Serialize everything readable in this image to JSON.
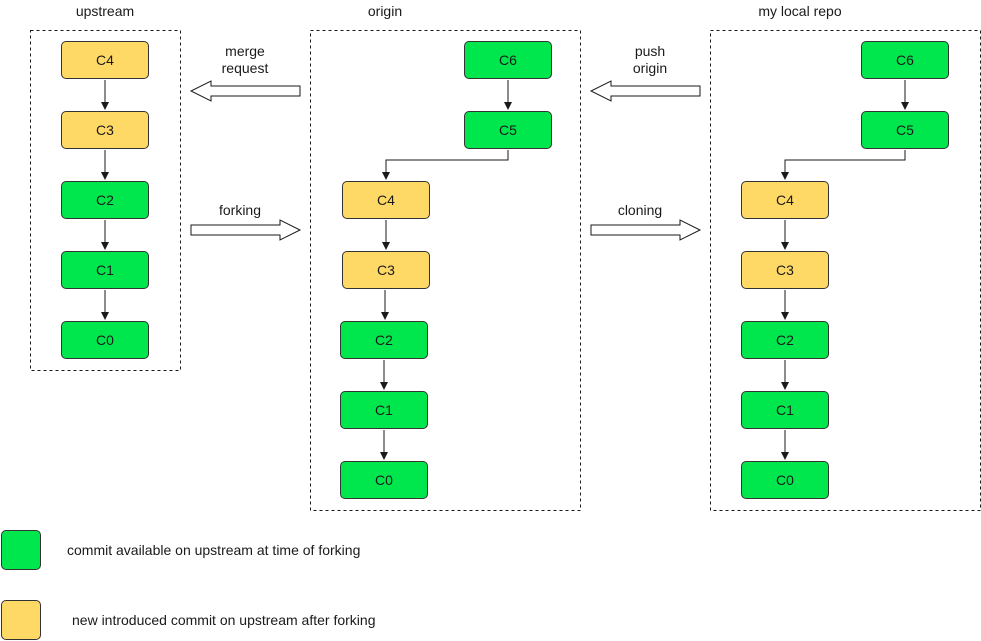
{
  "colors": {
    "available_commit": "#00e64d",
    "new_commit": "#ffd966",
    "stroke": "#1a1a1a"
  },
  "titles": {
    "upstream": "upstream",
    "origin": "origin",
    "local": "my local repo"
  },
  "upstream": {
    "c4": "C4",
    "c3": "C3",
    "c2": "C2",
    "c1": "C1",
    "c0": "C0"
  },
  "origin": {
    "c6": "C6",
    "c5": "C5",
    "c4": "C4",
    "c3": "C3",
    "c2": "C2",
    "c1": "C1",
    "c0": "C0"
  },
  "local": {
    "c6": "C6",
    "c5": "C5",
    "c4": "C4",
    "c3": "C3",
    "c2": "C2",
    "c1": "C1",
    "c0": "C0"
  },
  "arrows": {
    "merge_request_line1": "merge",
    "merge_request_line2": "request",
    "forking": "forking",
    "push_origin_line1": "push",
    "push_origin_line2": "origin",
    "cloning": "cloning"
  },
  "legend": {
    "available": "commit available on upstream at time of forking",
    "new": "new introduced commit on upstream after forking"
  }
}
